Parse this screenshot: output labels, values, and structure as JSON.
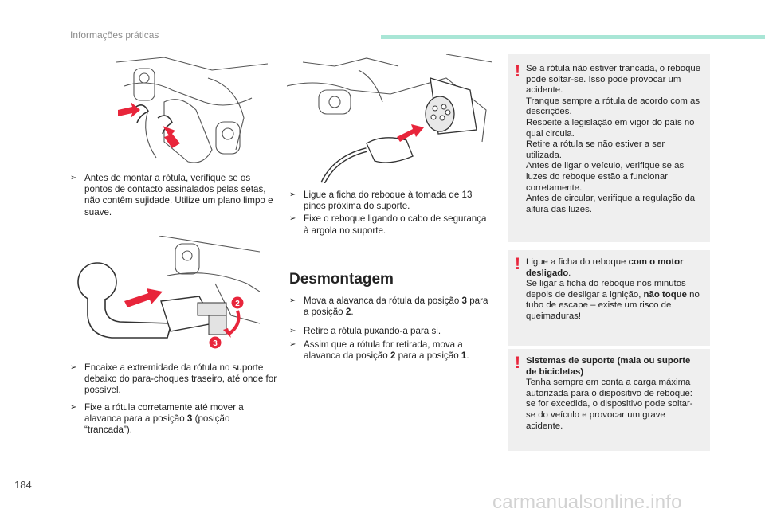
{
  "header": {
    "title": "Informações práticas",
    "accent_color": "#a9e6d6"
  },
  "col1": {
    "p1": "Antes de montar a rótula, verifique se os pontos de contacto assinalados pelas setas, não contêm sujidade. Utilize um plano limpo e suave.",
    "p2": "Encaixe a extremidade da rótula no suporte debaixo do para-choques traseiro, até onde for possível.",
    "p3_a": "Fixe a rótula corretamente até mover a alavanca para a posição ",
    "p3_b": "3",
    "p3_c": " (posição “trancada”).",
    "callout_2": "2",
    "callout_3": "3"
  },
  "col2": {
    "p1": "Ligue a ficha do reboque à tomada de 13 pinos próxima do suporte.",
    "p2": "Fixe o reboque ligando o cabo de segurança à argola no suporte.",
    "section_title": "Desmontagem",
    "p3_a": "Mova a alavanca da rótula da posição ",
    "p3_b": "3",
    "p3_c": " para a posição ",
    "p3_d": "2",
    "p3_e": ".",
    "p4": "Retire a rótula puxando-a para si.",
    "p5_a": "Assim que a rótula for retirada, mova a alavanca da posição ",
    "p5_b": "2",
    "p5_c": " para a posição ",
    "p5_d": "1",
    "p5_e": "."
  },
  "warnings": {
    "w1": "Se a rótula não estiver trancada, o reboque pode soltar-se. Isso pode provocar um acidente.\nTranque sempre a rótula de acordo com as descrições.\nRespeite a legislação em vigor do país no qual circula.\nRetire a rótula se não estiver a ser utilizada.\nAntes de ligar o veículo, verifique se as luzes do reboque estão a funcionar corretamente.\nAntes de circular, verifique a regulação da altura das luzes.",
    "w2_a": "Ligue a ficha do reboque ",
    "w2_b": "com o motor desligado",
    "w2_c": ".\nSe ligar a ficha do reboque nos minutos depois de desligar a ignição, ",
    "w2_d": "não toque",
    "w2_e": " no tubo de escape – existe um risco de queimaduras!",
    "w3_title": "Sistemas de suporte (mala ou suporte de bicicletas)",
    "w3_body": "Tenha sempre em conta a carga máxima autorizada para o dispositivo de reboque: se for excedida, o dispositivo pode soltar-se do veículo e provocar um grave acidente.",
    "excl": "!",
    "excl_color": "#e8253b"
  },
  "footer": {
    "page_number": "184",
    "watermark": "carmanualsonline.info"
  },
  "icons": {
    "bullet": "",
    "bullet_glyph": ""
  }
}
